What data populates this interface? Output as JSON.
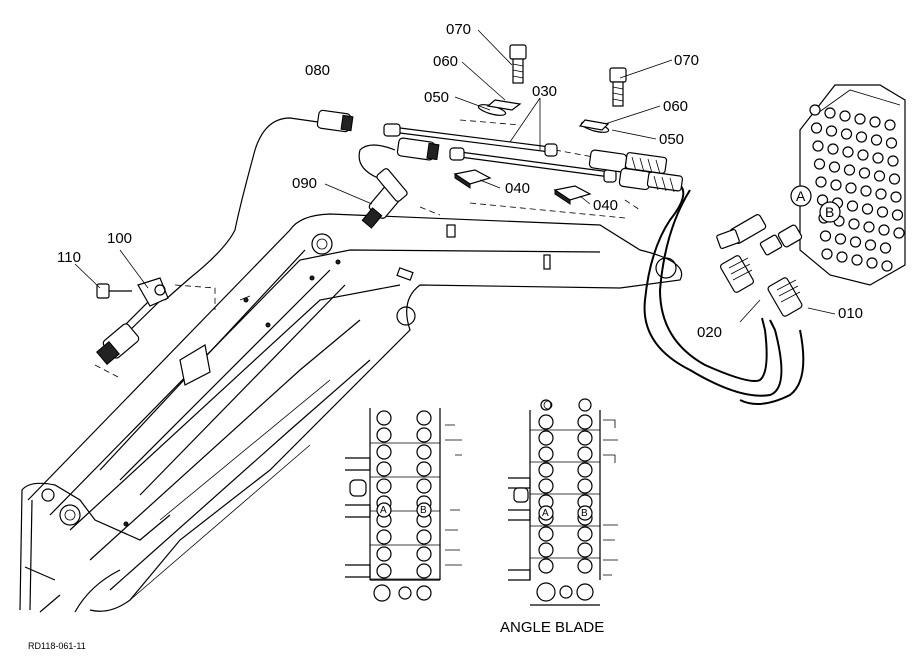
{
  "labels": {
    "p070a": "070",
    "p060a": "060",
    "p080": "080",
    "p050a": "050",
    "p030": "030",
    "p070b": "070",
    "p060b": "060",
    "p050b": "050",
    "p090": "090",
    "p040a": "040",
    "p040b": "040",
    "p100": "100",
    "p110": "110",
    "p020": "020",
    "p010": "010"
  },
  "ports": {
    "valve_a": "A",
    "valve_b": "B",
    "std_a": "A",
    "std_b": "B",
    "angle_a": "A",
    "angle_b": "B"
  },
  "caption": "ANGLE BLADE",
  "footer_code": "RD118-061-11"
}
